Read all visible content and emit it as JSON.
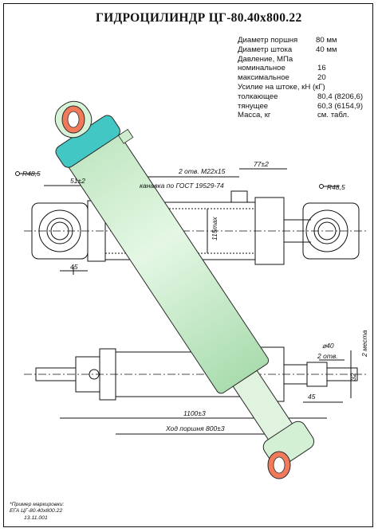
{
  "title": "ГИДРОЦИЛИНДР ЦГ-80.40х800.22",
  "specs": [
    {
      "label": "Диаметр поршня",
      "value": "80 мм",
      "indent": 98
    },
    {
      "label": "Диаметр штока",
      "value": "40 мм",
      "indent": 98
    },
    {
      "label": "Давление, МПа",
      "value": "",
      "indent": 0
    },
    {
      "label": "номинальное",
      "value": "16",
      "indent": 100
    },
    {
      "label": "максимальное",
      "value": "20",
      "indent": 100
    },
    {
      "label": "Усилие на штоке, кН (кГ)",
      "value": "",
      "indent": 0
    },
    {
      "label": "толкающее",
      "value": "80,4 (8206,6)",
      "indent": 100
    },
    {
      "label": "тянущее",
      "value": "60,3 (6154,9)",
      "indent": 100
    },
    {
      "label": "Масса, кг",
      "value": "см. табл.",
      "indent": 100
    }
  ],
  "dimensions": {
    "radius_left": "R48,5",
    "radius_right": "R48,5",
    "dim_51": "51±2",
    "threads": "2 отв. M22х15",
    "dim_77": "77±2",
    "groove": "канавка по ГОСТ 19529-74",
    "dim_115": "115max",
    "dim_45_top": "45",
    "dim_d40": "⌀40",
    "dim_2holes": "2 отв.",
    "dim_2places": "2 места",
    "dim_32": "32",
    "dim_45_bottom": "45",
    "dim_1100": "1100±3",
    "stroke": "Ход поршня 800±3"
  },
  "marking": {
    "line1": "*Пример маркировки:",
    "line2": "ЕГА ЦГ-80.40х800.22",
    "line3": "13.11.001"
  },
  "colors": {
    "cylinder_body": "#d4f0d4",
    "cylinder_cap": "#43c7c4",
    "eye": "#f07a5a"
  }
}
